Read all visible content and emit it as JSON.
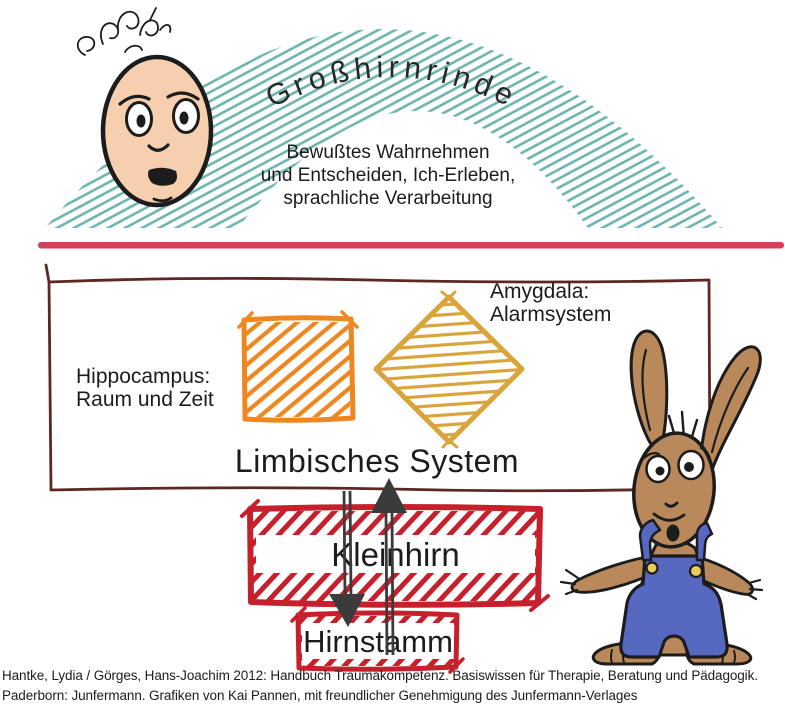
{
  "colors": {
    "teal": "#6cb4ae",
    "crayon_red": "#c6202c",
    "crayon_red_light": "#d4405a",
    "maroon": "#5d2723",
    "orange": "#ee8720",
    "gold": "#d9a43b",
    "arrow_gray": "#3b3b3b",
    "skin": "#f6cfae",
    "rabbit_fur": "#b9895c",
    "overalls_blue": "#5668c0",
    "button_yellow": "#e8cd5e",
    "ink": "#1c1c1c"
  },
  "cortex": {
    "title": "Großhirnrinde",
    "description": "Bewußtes Wahrnehmen\nund Entscheiden, Ich-Erleben,\nsprachliche Verarbeitung"
  },
  "limbic": {
    "title": "Limbisches System",
    "hippocampus_label": "Hippocampus:\nRaum und Zeit",
    "amygdala_label": "Amygdala:\nAlarmsystem"
  },
  "lower_brain": {
    "cerebellum_label": "Kleinhirn",
    "brainstem_label": "Hirnstamm"
  },
  "citation": {
    "line1": "Hantke, Lydia / Görges, Hans-Joachim 2012: Handbuch Traumakompetenz. Basiswissen für Therapie, Beratung und Pädagogik.",
    "line2": "Paderborn: Junfermann. Grafiken von Kai Pannen, mit freundlicher Genehmigung des Junfermann-Verlages"
  },
  "figures": {
    "face": "worried-face-cartoon",
    "rabbit": "rabbit-in-blue-overalls-cartoon"
  }
}
